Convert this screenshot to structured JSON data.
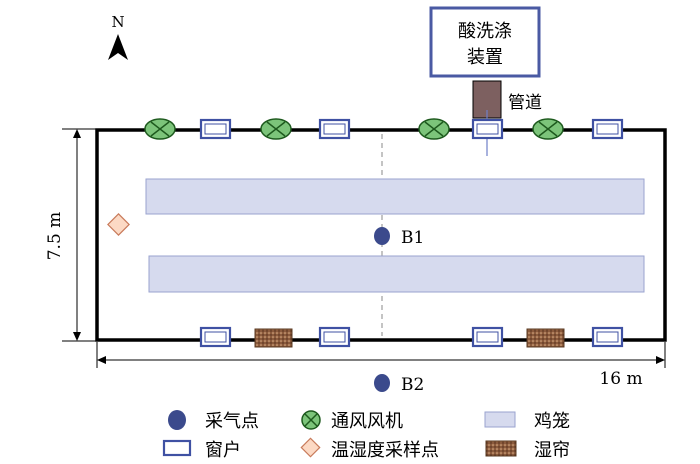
{
  "diagram": {
    "north": "N",
    "device_label_line1": "酸洗涤",
    "device_label_line2": "装置",
    "pipe_label": "管道",
    "sample_point_b1": "B1",
    "sample_point_b2": "B2",
    "width_dim": "7.5 m",
    "length_dim": "16 m"
  },
  "legend": {
    "sampling_point": "采气点",
    "fan": "通风风机",
    "cage": "鸡笼",
    "window": "窗户",
    "temp_humidity_point": "温湿度采样点",
    "wet_curtain": "湿帘"
  },
  "colors": {
    "outline": "#000000",
    "fan_fill": "#7cc47a",
    "window_stroke": "#3f51a3",
    "cage_fill": "#d6daee",
    "cage_stroke": "#9aa3cf",
    "sample_fill": "#3b4a8c",
    "diamond_fill": "#fcd9c4",
    "curtain_fill": "#8b5a3c",
    "device_stroke": "#4a5aa3",
    "pipe_fill": "#7d6060"
  }
}
